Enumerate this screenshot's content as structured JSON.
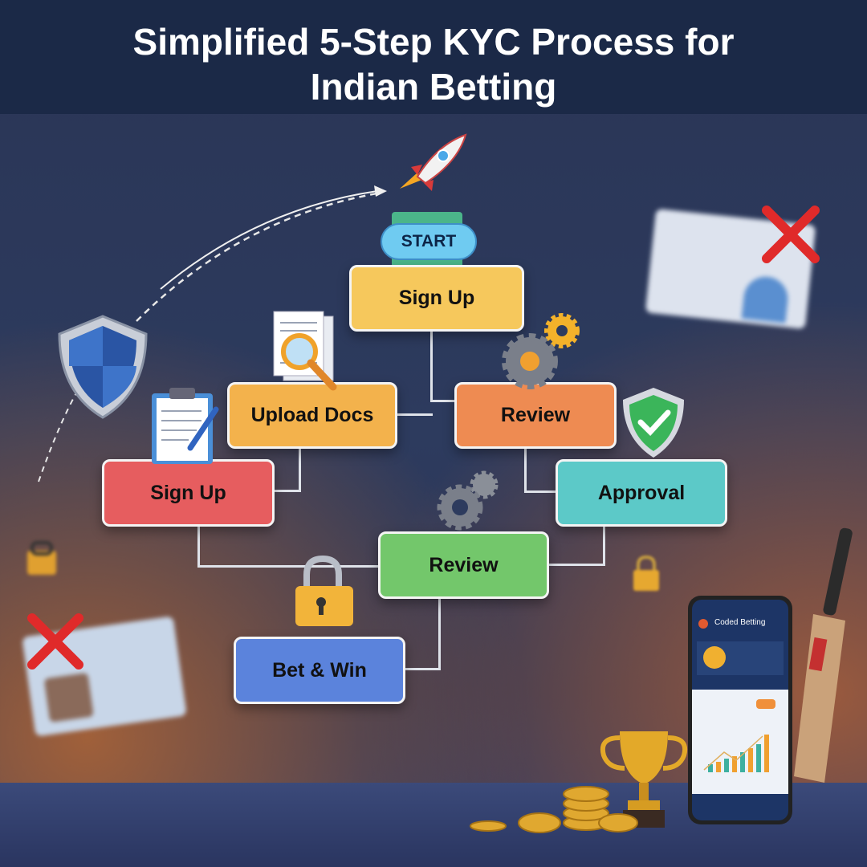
{
  "title": {
    "line1": "Simplified 5-Step KYC Process for",
    "line2": "Indian Betting"
  },
  "flow": {
    "start": "START",
    "steps": [
      {
        "label": "Sign Up",
        "color": "#f6c85c"
      },
      {
        "label": "Upload Docs",
        "color": "#f3b24c"
      },
      {
        "label": "Review",
        "color": "#ee8b52"
      },
      {
        "label": "Sign Up",
        "color": "#e65d5f"
      },
      {
        "label": "Approval",
        "color": "#5cc9c8"
      },
      {
        "label": "Review",
        "color": "#73c76b"
      },
      {
        "label": "Bet & Win",
        "color": "#5b83dc"
      }
    ]
  },
  "phone": {
    "app_name": "Coded Betting"
  }
}
